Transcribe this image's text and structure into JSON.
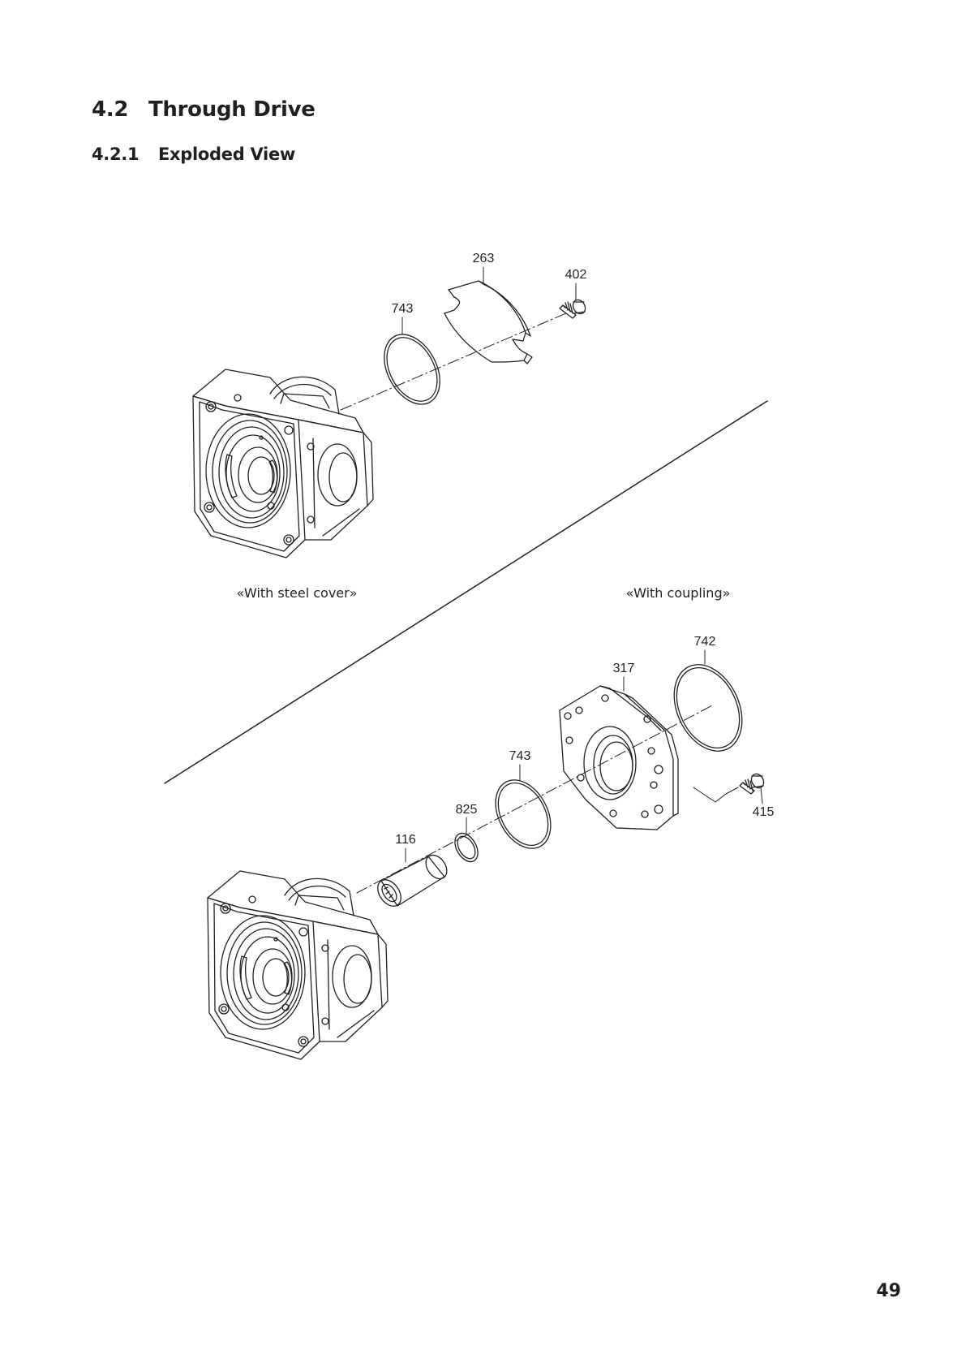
{
  "section": {
    "number": "4.2",
    "title": "Through Drive"
  },
  "subsection": {
    "number": "4.2.1",
    "title": "Exploded View"
  },
  "diagram": {
    "variants": [
      "«With steel cover»",
      "«With coupling»"
    ],
    "callouts": {
      "steel_cover": [
        "263",
        "402",
        "743"
      ],
      "coupling": [
        "742",
        "317",
        "743",
        "825",
        "116",
        "415"
      ]
    }
  },
  "page_number": "49"
}
